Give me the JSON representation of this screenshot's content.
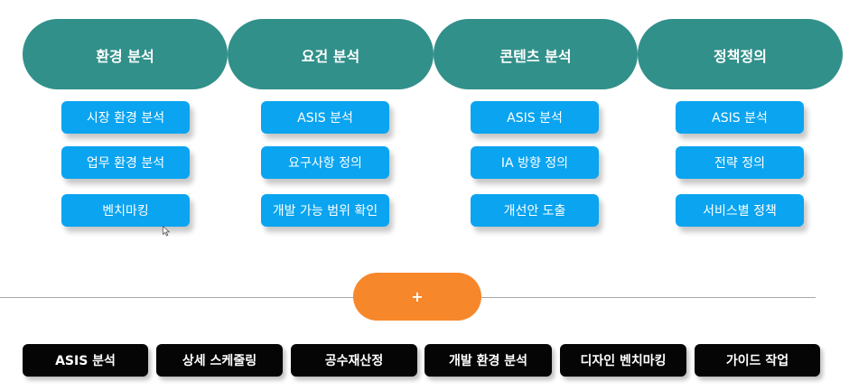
{
  "phases": [
    {
      "title": "환경 분석",
      "tasks": [
        "시장 환경 분석",
        "업무 환경 분석",
        "벤치마킹"
      ]
    },
    {
      "title": "요건 분석",
      "tasks": [
        "ASIS 분석",
        "요구사항 정의",
        "개발 가능 범위 확인"
      ]
    },
    {
      "title": "콘텐츠 분석",
      "tasks": [
        "ASIS 분석",
        "IA 방향 정의",
        "개선안 도출"
      ]
    },
    {
      "title": "정책정의",
      "tasks": [
        "ASIS 분석",
        "전략 정의",
        "서비스별 정책"
      ]
    }
  ],
  "connector": {
    "label": "+",
    "color": "#f7872b"
  },
  "extras": [
    "ASIS 분석",
    "상세 스케줄링",
    "공수재산정",
    "개발 환경 분석",
    "디자인 벤치마킹",
    "가이드 작업"
  ],
  "colors": {
    "phase": "#31908a",
    "task": "#0aa4f0",
    "extra": "#050505",
    "connector": "#f7872b"
  }
}
